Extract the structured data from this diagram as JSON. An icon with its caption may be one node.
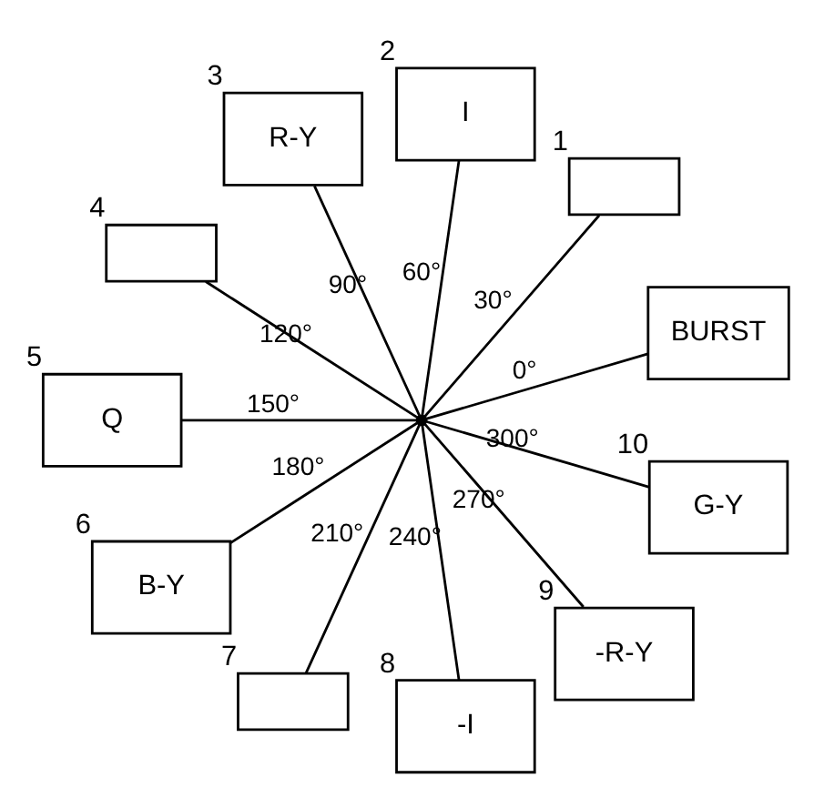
{
  "diagram": {
    "nodes": [
      {
        "text": [],
        "shape": "point"
      },
      {
        "text": [
          "BURST"
        ]
      },
      {
        "text": [],
        "shape": "box",
        "beside": [
          "1"
        ]
      },
      {
        "text": [
          "I"
        ],
        "beside": [
          "2"
        ]
      },
      {
        "text": [
          "R-Y"
        ],
        "beside": [
          "3"
        ]
      },
      {
        "text": [],
        "shape": "box",
        "beside": [
          "4"
        ]
      },
      {
        "text": [
          "Q"
        ],
        "beside": [
          "5"
        ]
      },
      {
        "text": [
          "B-Y"
        ],
        "beside": [
          "6"
        ]
      },
      {
        "text": [],
        "shape": "box",
        "beside": [
          "7"
        ]
      },
      {
        "text": [
          "-I"
        ],
        "beside": [
          "8"
        ]
      },
      {
        "text": [
          "-R-Y"
        ],
        "beside": [
          "9"
        ]
      },
      {
        "text": [
          "G-Y"
        ],
        "beside": [
          "10"
        ]
      }
    ],
    "edges": [
      {
        "from": 0,
        "to": 1,
        "arrow": "none",
        "label": "0°"
      },
      {
        "from": 0,
        "to": 2,
        "arrow": "none",
        "label": "30°"
      },
      {
        "from": 0,
        "to": 3,
        "arrow": "none",
        "label": "60°"
      },
      {
        "from": 0,
        "to": 4,
        "arrow": "none",
        "label": "90°"
      },
      {
        "from": 0,
        "to": 5,
        "arrow": "none",
        "label": "120°"
      },
      {
        "from": 0,
        "to": 6,
        "arrow": "none",
        "label": "150°"
      },
      {
        "from": 0,
        "to": 7,
        "arrow": "none",
        "label": "180°"
      },
      {
        "from": 0,
        "to": 8,
        "arrow": "none",
        "label": "210°"
      },
      {
        "from": 0,
        "to": 9,
        "arrow": "none",
        "label": "240°"
      },
      {
        "from": 0,
        "to": 10,
        "arrow": "none",
        "label": "270°"
      },
      {
        "from": 0,
        "to": 11,
        "arrow": "none",
        "label": "300°"
      }
    ]
  }
}
